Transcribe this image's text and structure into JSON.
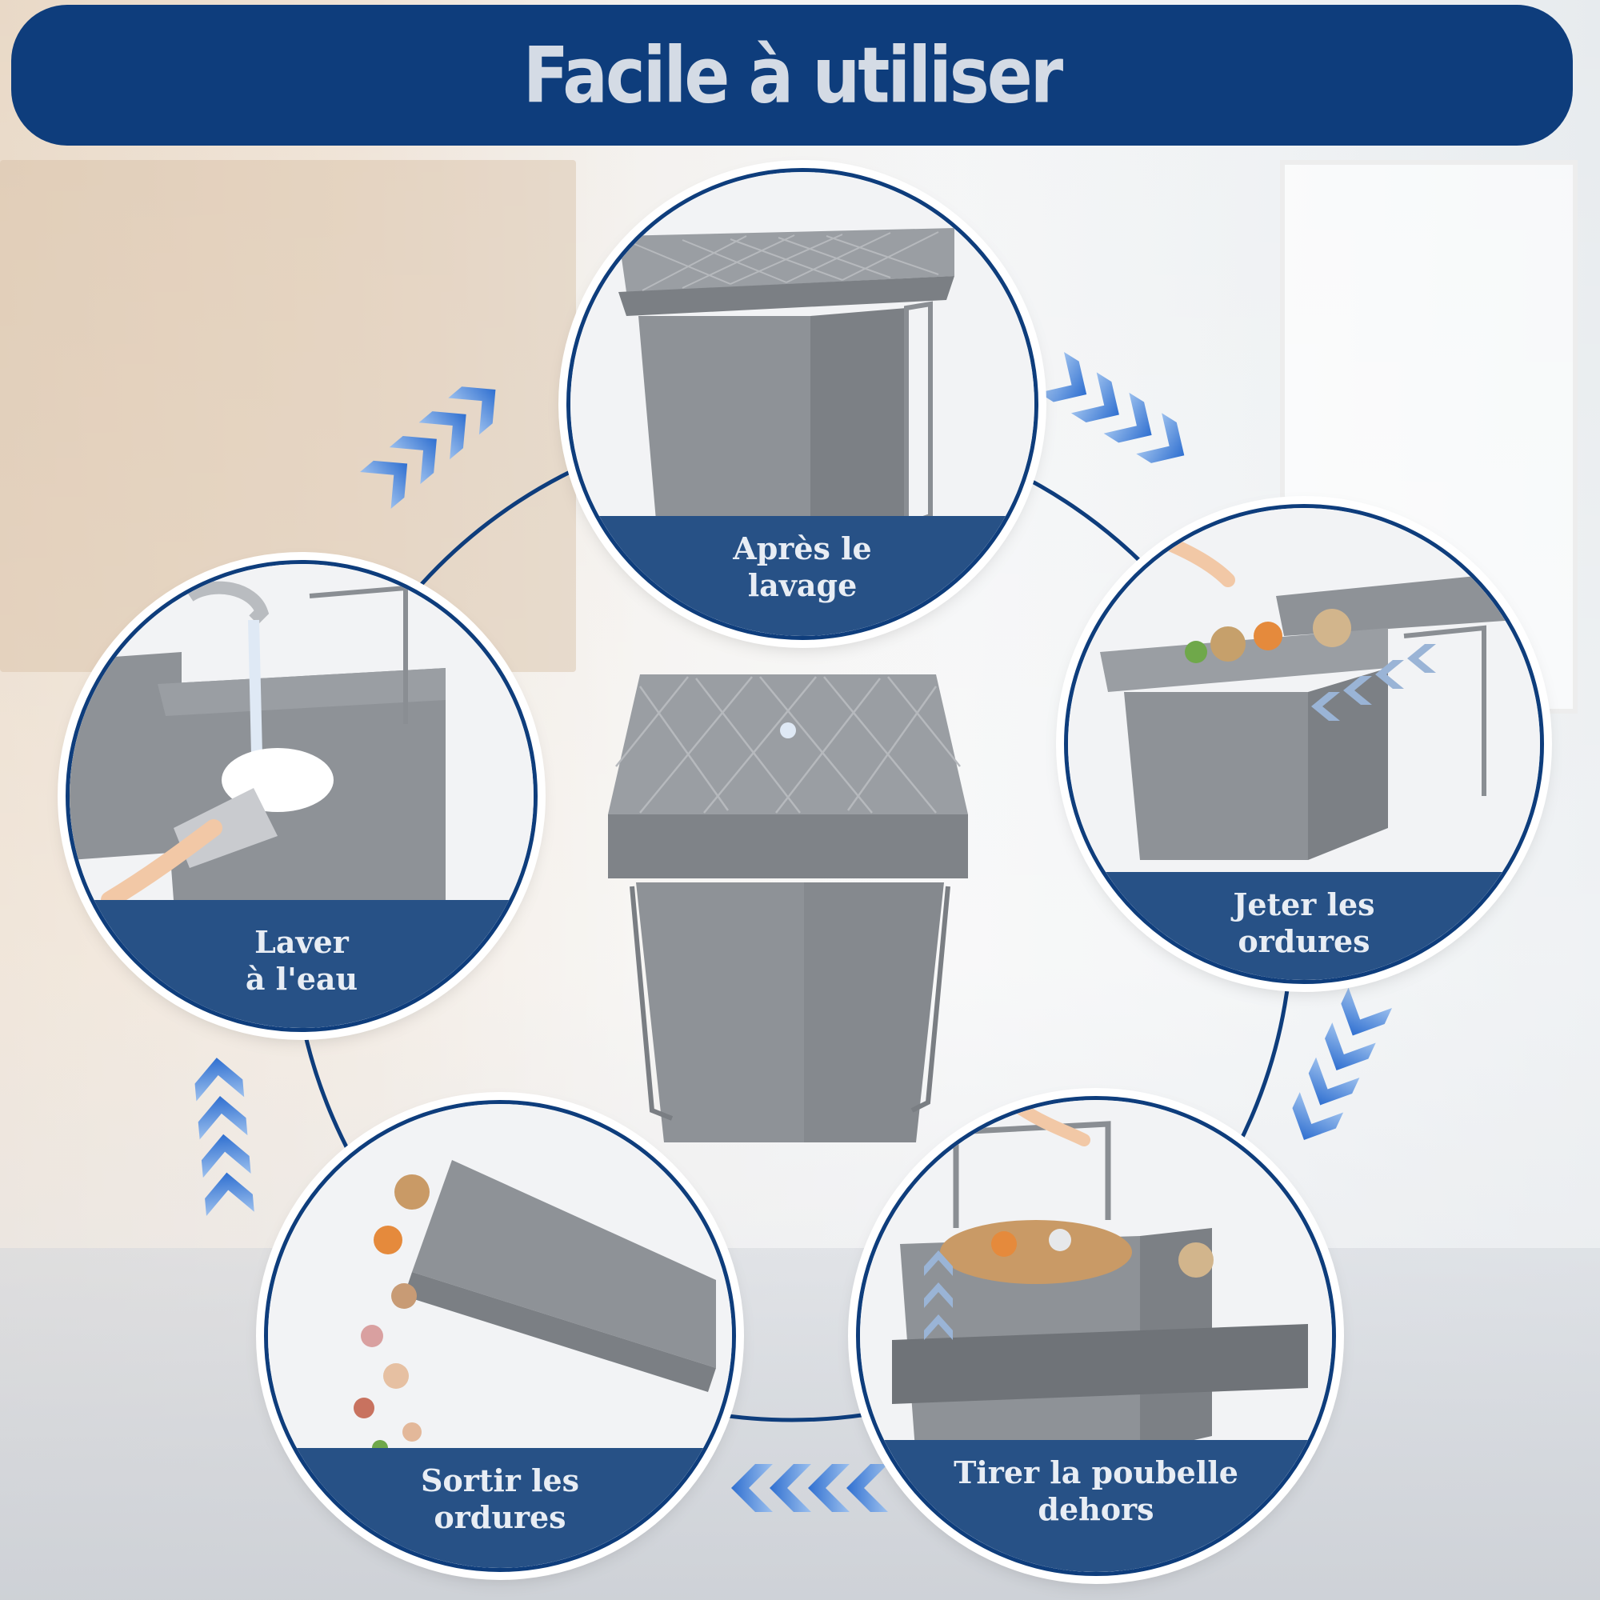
{
  "banner": {
    "title": "Facile à utiliser"
  },
  "steps": [
    {
      "label": "Après le\nlavage"
    },
    {
      "label": "Jeter les\nordures"
    },
    {
      "label": "Tirer la poubelle\ndehors"
    },
    {
      "label": "Sortir les\nordures"
    },
    {
      "label": "Laver\nà l'eau"
    }
  ],
  "colors": {
    "navy": "#0e3d7c",
    "label_bar": "#275186",
    "bin_gray": "#8e9297",
    "arrow_blue": "#2f6fd0"
  },
  "icons": [
    "chevron-arrow-icon",
    "water-drop-icon",
    "hand-icon"
  ]
}
